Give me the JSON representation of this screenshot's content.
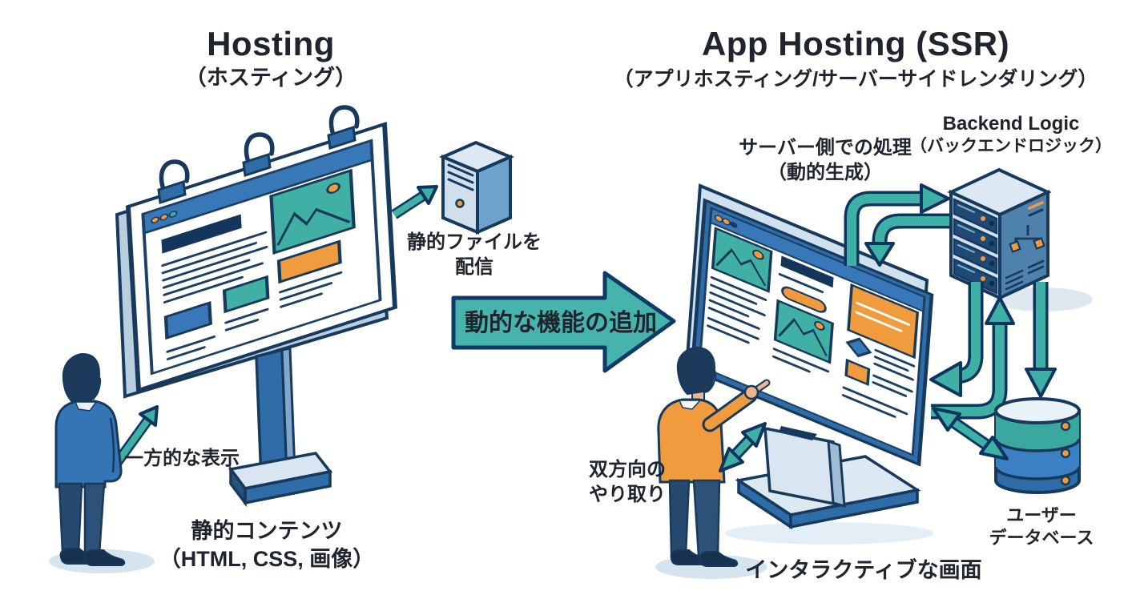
{
  "left": {
    "title": "Hosting",
    "subtitle": "（ホスティング）",
    "one_way_label": "一方的な表示",
    "deliver_line1": "静的ファイルを",
    "deliver_line2": "配信",
    "content_line1": "静的コンテンツ",
    "content_line2": "（HTML, CSS, 画像）"
  },
  "center": {
    "arrow_label": "動的な機能の追加"
  },
  "right": {
    "title": "App Hosting (SSR)",
    "subtitle": "（アプリホスティング/サーバーサイドレンダリング）",
    "processing_line1": "サーバー側での処理",
    "processing_line2": "（動的生成）",
    "backend_en": "Backend Logic",
    "backend_jp": "（バックエンドロジック）",
    "bidirectional_line1": "双方向の",
    "bidirectional_line2": "やり取り",
    "interactive_label": "インタラクティブな画面",
    "db_line1": "ユーザー",
    "db_line2": "データベース"
  },
  "colors": {
    "teal": "#3fb0a5",
    "navy_outline": "#17395c",
    "blue": "#3878b8",
    "dark_navy_panel": "#14365c",
    "orange": "#ef9b3e",
    "light_panel": "#d9e6f2",
    "ink": "#20242e",
    "shadow_blue": "#d4e5f0"
  }
}
